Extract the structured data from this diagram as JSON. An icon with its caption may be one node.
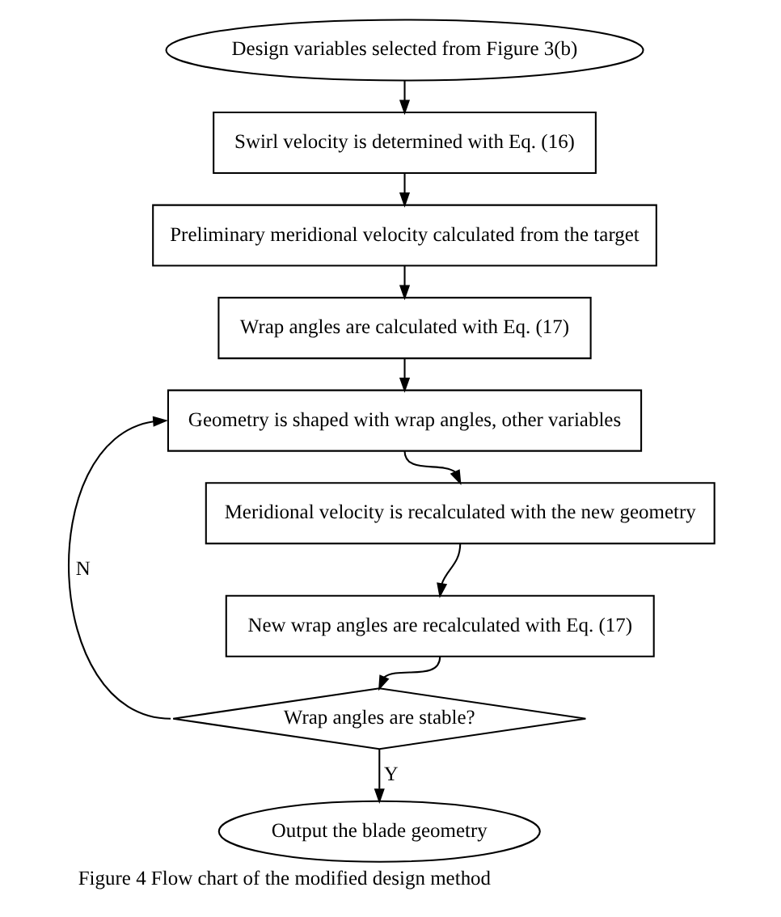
{
  "diagram": {
    "caption": "Figure 4 Flow chart of the modified design method",
    "nodes": [
      {
        "text": [
          "Design variables selected from Figure 3(b)"
        ]
      },
      {
        "text": [
          "Swirl velocity is determined with Eq. (16)"
        ]
      },
      {
        "text": [
          "Preliminary meridional velocity calculated from the target"
        ]
      },
      {
        "text": [
          "Wrap angles are calculated with Eq. (17)"
        ]
      },
      {
        "text": [
          "Geometry is shaped with wrap angles, other variables"
        ]
      },
      {
        "text": [
          "Meridional velocity is recalculated with the new geometry"
        ]
      },
      {
        "text": [
          "New wrap angles are recalculated with Eq. (17)"
        ]
      },
      {
        "text": [
          "Wrap angles are stable?"
        ]
      },
      {
        "text": [
          "Output the blade geometry"
        ]
      }
    ],
    "edges": [
      {
        "from": 0,
        "to": 1,
        "arrow": "to"
      },
      {
        "from": 1,
        "to": 2,
        "arrow": "to"
      },
      {
        "from": 2,
        "to": 3,
        "arrow": "to"
      },
      {
        "from": 3,
        "to": 4,
        "arrow": "to"
      },
      {
        "from": 4,
        "to": 5,
        "arrow": "to"
      },
      {
        "from": 5,
        "to": 6,
        "arrow": "to"
      },
      {
        "from": 6,
        "to": 7,
        "arrow": "to"
      },
      {
        "from": 7,
        "to": 4,
        "arrow": "to",
        "label": "N"
      },
      {
        "from": 7,
        "to": 8,
        "arrow": "to",
        "label": "Y"
      }
    ]
  }
}
